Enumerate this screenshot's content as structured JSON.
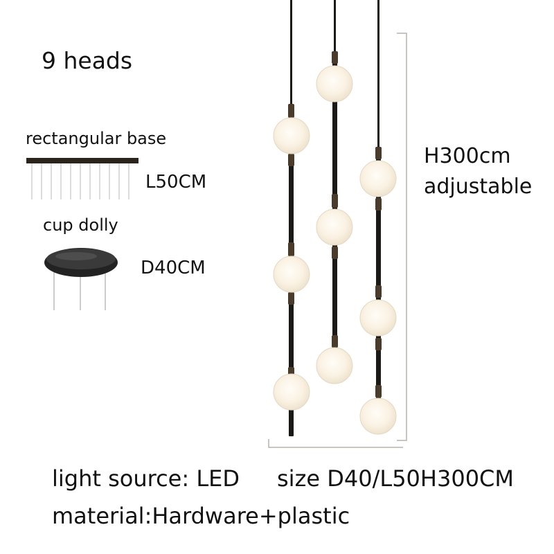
{
  "title": "9 heads",
  "base_options": {
    "rectangular": {
      "label": "rectangular base",
      "size": "L50CM"
    },
    "round": {
      "label": "cup dolly",
      "size": "D40CM"
    }
  },
  "height": {
    "value": "H300cm",
    "note": "adjustable"
  },
  "specs": {
    "light_source": "light source: LED",
    "size": "size D40/L50H300CM",
    "material": "material:Hardware+plastic"
  },
  "colors": {
    "metal": "#1b1916",
    "globe": "#fbf4e6",
    "dimension_line": "#b8b0a8"
  }
}
